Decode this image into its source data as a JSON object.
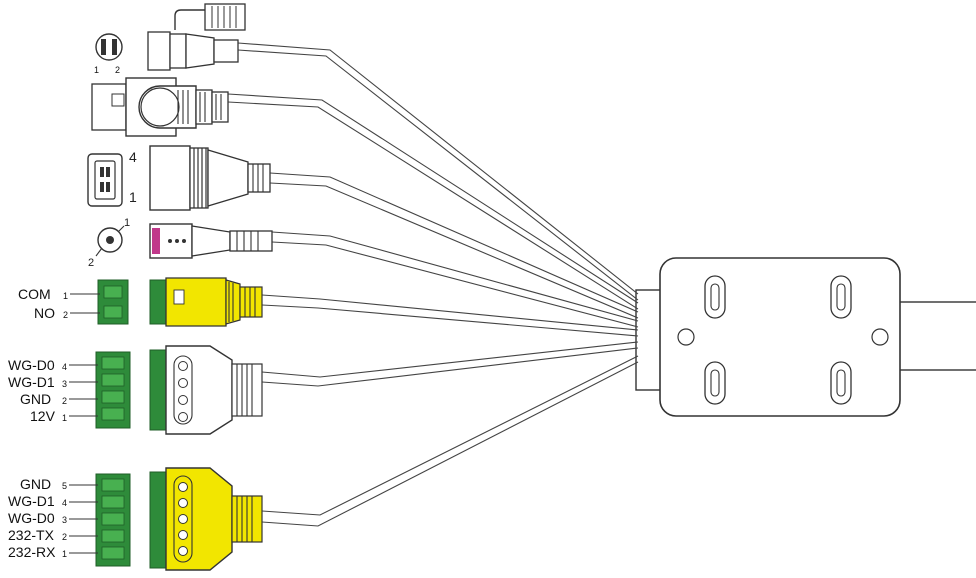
{
  "power": {
    "pin_labels": [
      "1",
      "2"
    ]
  },
  "usb": {
    "pin_labels": [
      "4",
      "1"
    ]
  },
  "dc_jack": {
    "pin_labels": [
      "1",
      "2"
    ]
  },
  "relay": {
    "terminals": [
      {
        "name": "COM",
        "pin": "1"
      },
      {
        "name": "NO",
        "pin": "2"
      }
    ]
  },
  "wiegand": {
    "terminals": [
      {
        "name": "WG-D0",
        "pin": "4"
      },
      {
        "name": "WG-D1",
        "pin": "3"
      },
      {
        "name": "GND",
        "pin": "2"
      },
      {
        "name": "12V",
        "pin": "1"
      }
    ]
  },
  "rs232": {
    "terminals": [
      {
        "name": "GND",
        "pin": "5"
      },
      {
        "name": "WG-D1",
        "pin": "4"
      },
      {
        "name": "WG-D0",
        "pin": "3"
      },
      {
        "name": "232-TX",
        "pin": "2"
      },
      {
        "name": "232-RX",
        "pin": "1"
      }
    ]
  },
  "colors": {
    "stroke": "#333333",
    "terminal_green": "#2e8b3a",
    "terminal_green_light": "#48b050",
    "plug_yellow": "#f2e600",
    "plug_grey": "#bdbdbd",
    "accent_magenta": "#c0388a"
  }
}
